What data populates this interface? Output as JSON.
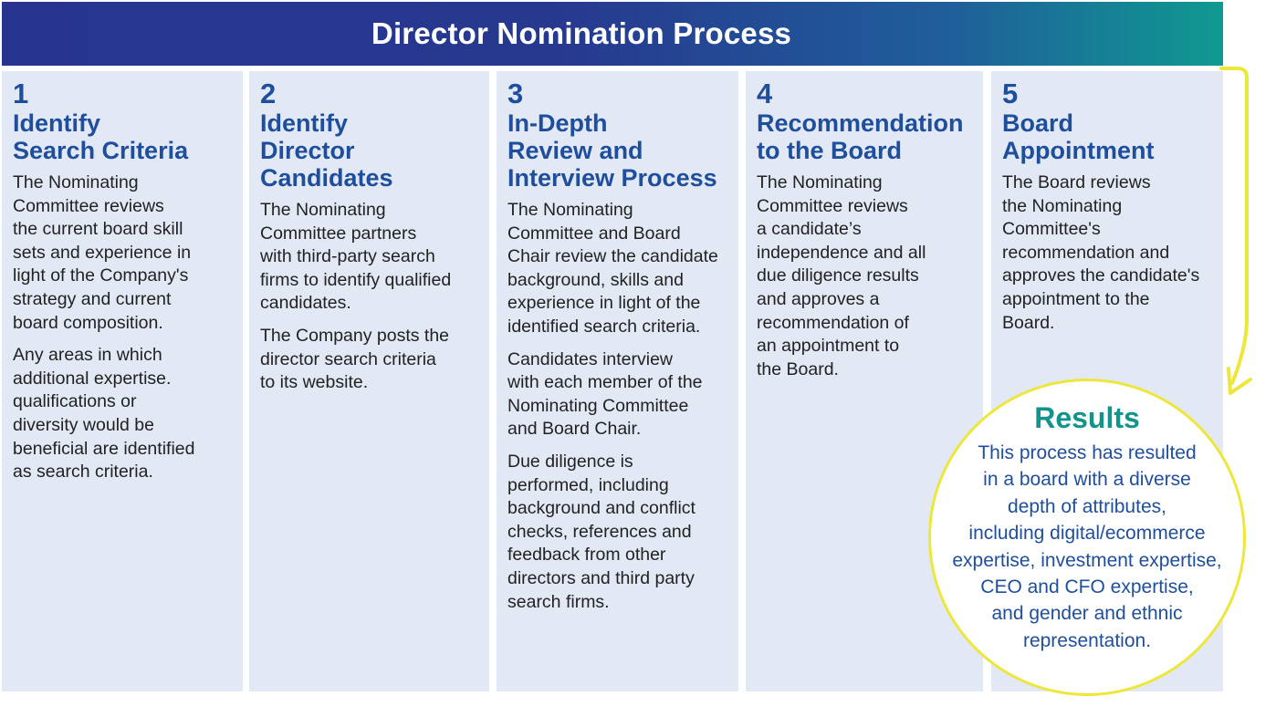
{
  "banner": {
    "title": "Director Nomination Process"
  },
  "steps": [
    {
      "number": "1",
      "title_lines": [
        "Identify",
        "Search Criteria"
      ],
      "paragraphs": [
        [
          "The Nominating",
          "Committee reviews",
          "the current board skill",
          "sets and experience in",
          "light of the Company's",
          "strategy and current",
          "board composition."
        ],
        [
          "Any areas in which",
          "additional expertise.",
          "qualifications or",
          "diversity would be",
          "beneficial are identified",
          "as search criteria."
        ]
      ]
    },
    {
      "number": "2",
      "title_lines": [
        "Identify",
        "Director",
        "Candidates"
      ],
      "paragraphs": [
        [
          "The Nominating",
          "Committee partners",
          "with third-party search",
          "firms to identify qualified",
          "candidates."
        ],
        [
          "The Company posts the",
          "director search criteria",
          "to its website."
        ]
      ]
    },
    {
      "number": "3",
      "title_lines": [
        "In-Depth",
        "Review and",
        "Interview Process"
      ],
      "paragraphs": [
        [
          "The Nominating",
          "Committee and Board",
          "Chair review the candidate",
          "background, skills and",
          "experience in light of the",
          "identified search criteria."
        ],
        [
          "Candidates interview",
          "with each member of the",
          "Nominating Committee",
          "and Board Chair."
        ],
        [
          "Due diligence is",
          "performed, including",
          "background and conflict",
          "checks, references and",
          "feedback from other",
          "directors and third party",
          "search firms."
        ]
      ]
    },
    {
      "number": "4",
      "title_lines": [
        "Recommendation",
        "to the Board"
      ],
      "paragraphs": [
        [
          "The Nominating",
          "Committee reviews",
          "a candidate’s",
          "independence and all",
          "due diligence results",
          "and approves a",
          "recommendation of",
          "an appointment to",
          "the Board."
        ]
      ]
    },
    {
      "number": "5",
      "title_lines": [
        "Board",
        "Appointment"
      ],
      "paragraphs": [
        [
          "The Board reviews",
          "the Nominating",
          "Committee's",
          "recommendation and",
          "approves the candidate's",
          "appointment to the",
          "Board."
        ]
      ]
    }
  ],
  "results": {
    "title": "Results",
    "lines": [
      "This process has resulted",
      "in a board with a diverse",
      "depth of attributes,",
      "including digital/ecommerce",
      "expertise, investment expertise,",
      "CEO and CFO expertise,",
      "and gender and ethnic",
      "representation."
    ]
  },
  "colors": {
    "banner_start": "#27358f",
    "banner_end": "#0f9a91",
    "panel_bg": "#e2e9f5",
    "heading_blue": "#1f4e9c",
    "results_teal": "#12938c",
    "accent_yellow": "#ede63b"
  }
}
